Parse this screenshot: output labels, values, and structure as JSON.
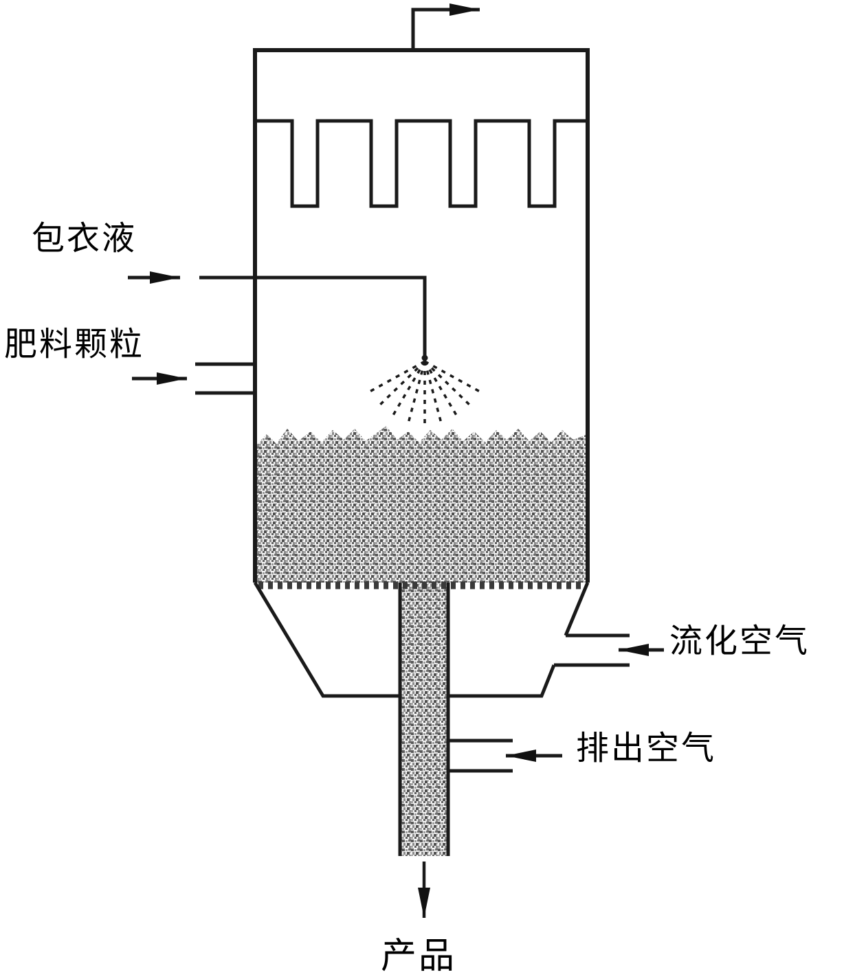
{
  "figure": {
    "kind": "fluidized-bed-coating-process-diagram",
    "labels": {
      "coating_liquid": "包衣液",
      "fertilizer_granules": "肥料颗粒",
      "fluidizing_air": "流化空气",
      "exhaust_air": "排出空气",
      "product": "产品"
    },
    "colors": {
      "line": "#1a1a1a",
      "background": "#ffffff",
      "granule_dark": "#4f4f4f",
      "granule_mid": "#8a8a8a",
      "granule_light": "#bdbdbd"
    }
  }
}
